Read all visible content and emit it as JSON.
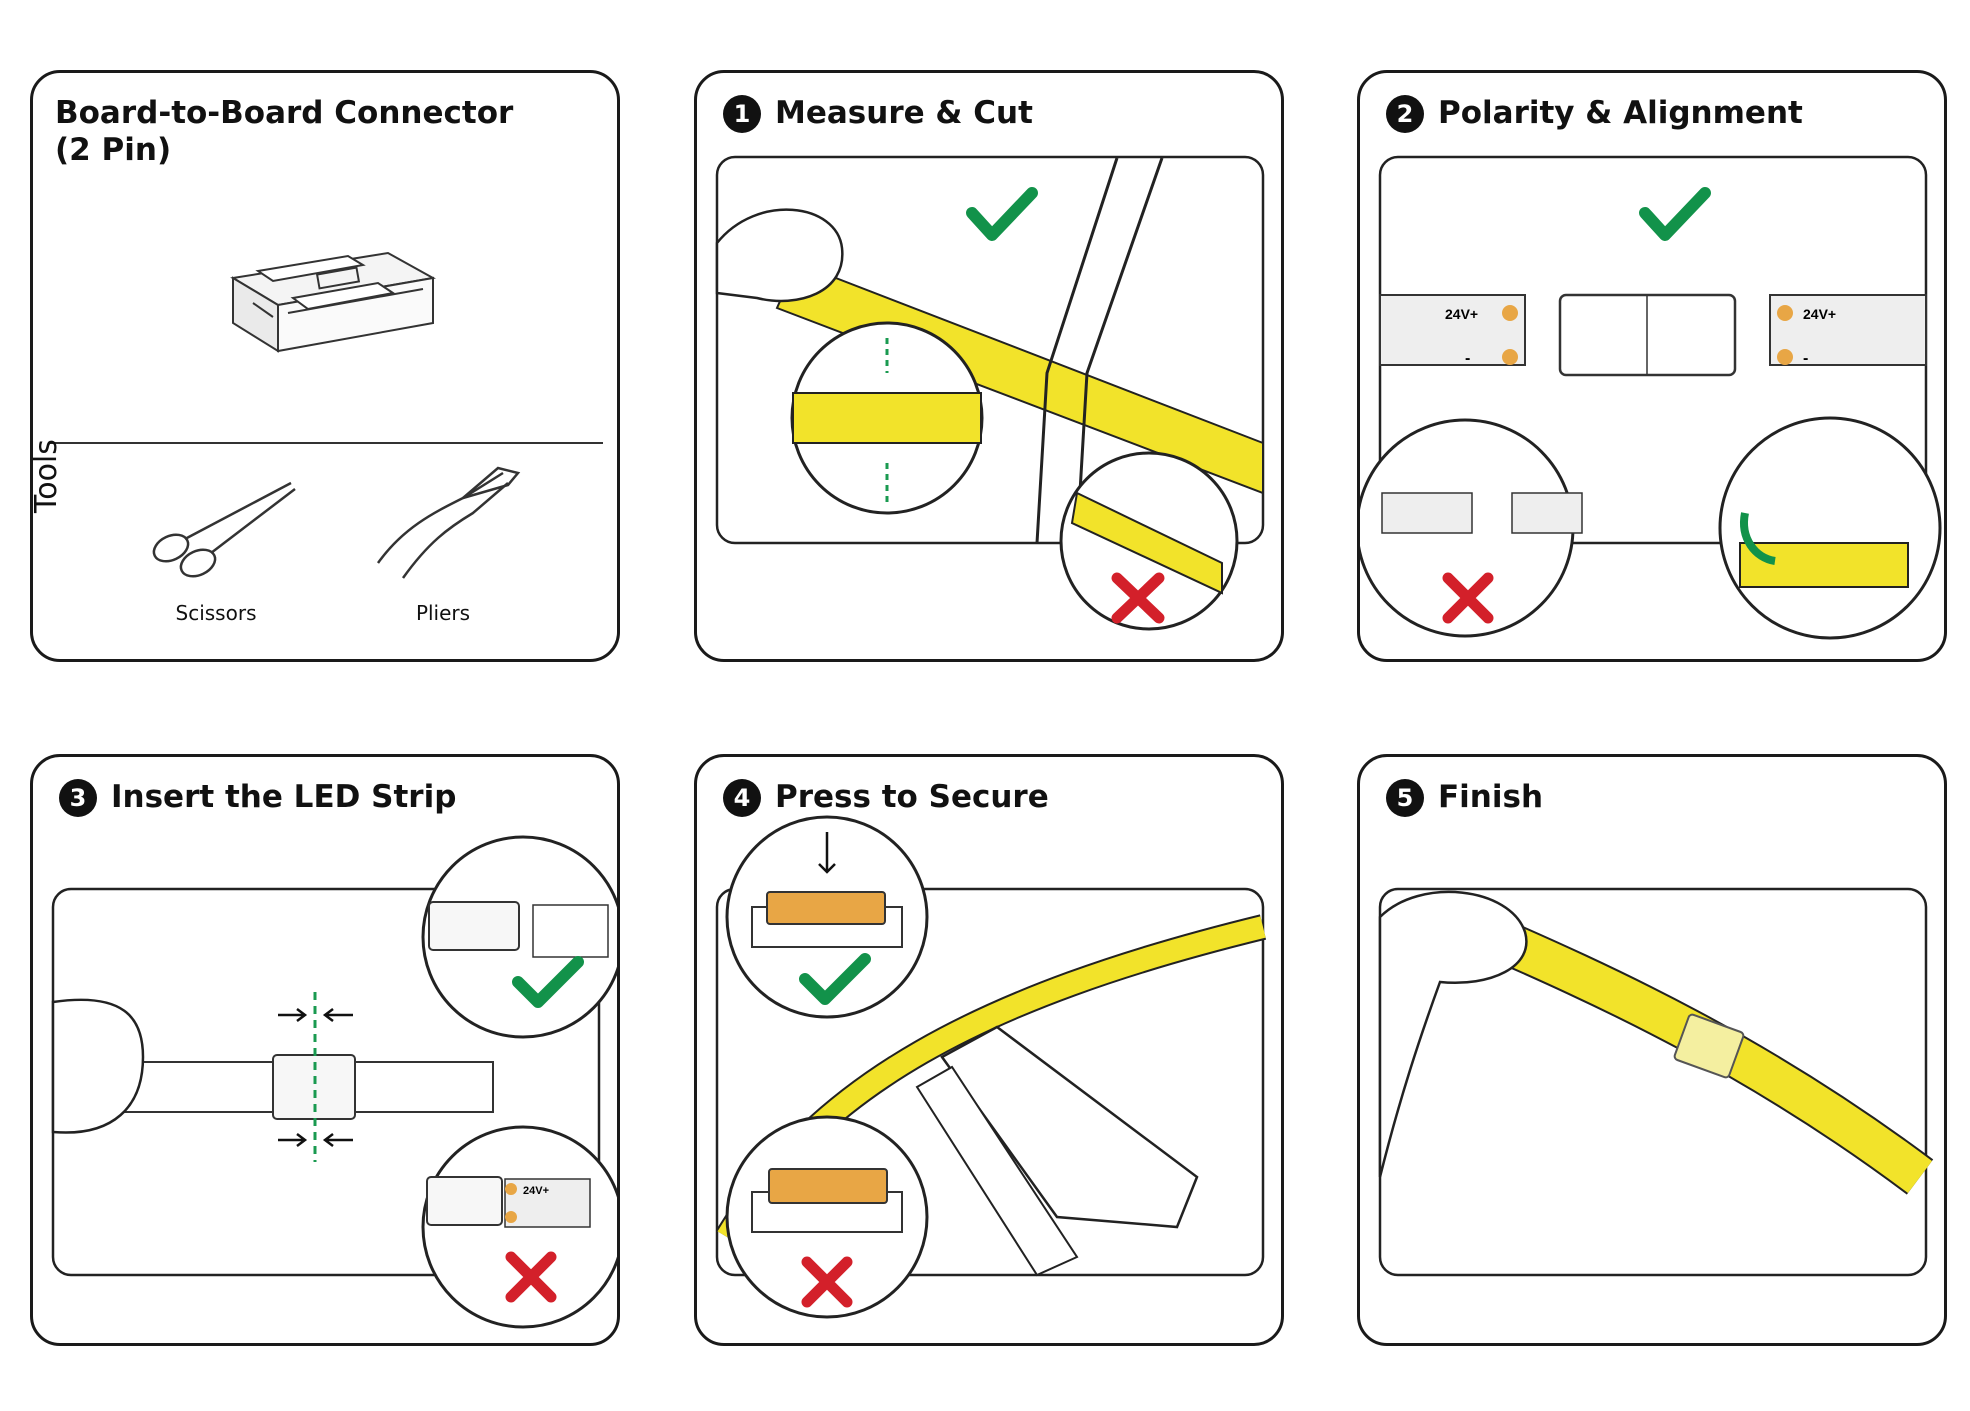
{
  "panels": {
    "intro": {
      "title": "Board-to-Board Connector\n(2 Pin)",
      "tools_label": "Tools",
      "tools": [
        {
          "name": "Scissors",
          "icon": "scissors-icon"
        },
        {
          "name": "Pliers",
          "icon": "pliers-icon"
        }
      ]
    },
    "step1": {
      "number": "1",
      "title": "Measure & Cut"
    },
    "step2": {
      "number": "2",
      "title": "Polarity & Alignment",
      "pos_label": "24V+",
      "neg_label": "-"
    },
    "step3": {
      "number": "3",
      "title": "Insert the LED Strip",
      "pos_label": "24V+"
    },
    "step4": {
      "number": "4",
      "title": "Press to Secure"
    },
    "step5": {
      "number": "5",
      "title": "Finish"
    }
  },
  "colors": {
    "strip_yellow": "#f2e32a",
    "check_green": "#12924a",
    "cross_red": "#d3202a",
    "led_orange": "#e8a645",
    "guide_green": "#1a9a50"
  }
}
